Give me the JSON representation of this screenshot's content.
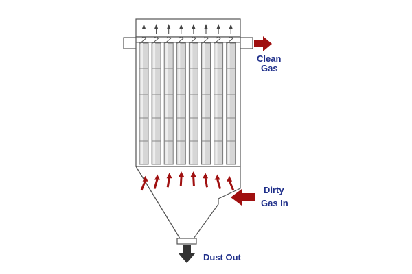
{
  "labels": {
    "clean_gas_line1": "Clean",
    "clean_gas_line2": "Gas",
    "dirty_gas_line1": "Dirty",
    "dirty_gas_line2": "Gas In",
    "dust_out": "Dust Out"
  },
  "filter_bags": {
    "count": 8
  },
  "colors": {
    "label_text": "#1f2f8a",
    "flow_arrow": "#a01010",
    "dust_arrow": "#333333",
    "outline": "#555555",
    "bag_fill": "#d6d6d6"
  }
}
